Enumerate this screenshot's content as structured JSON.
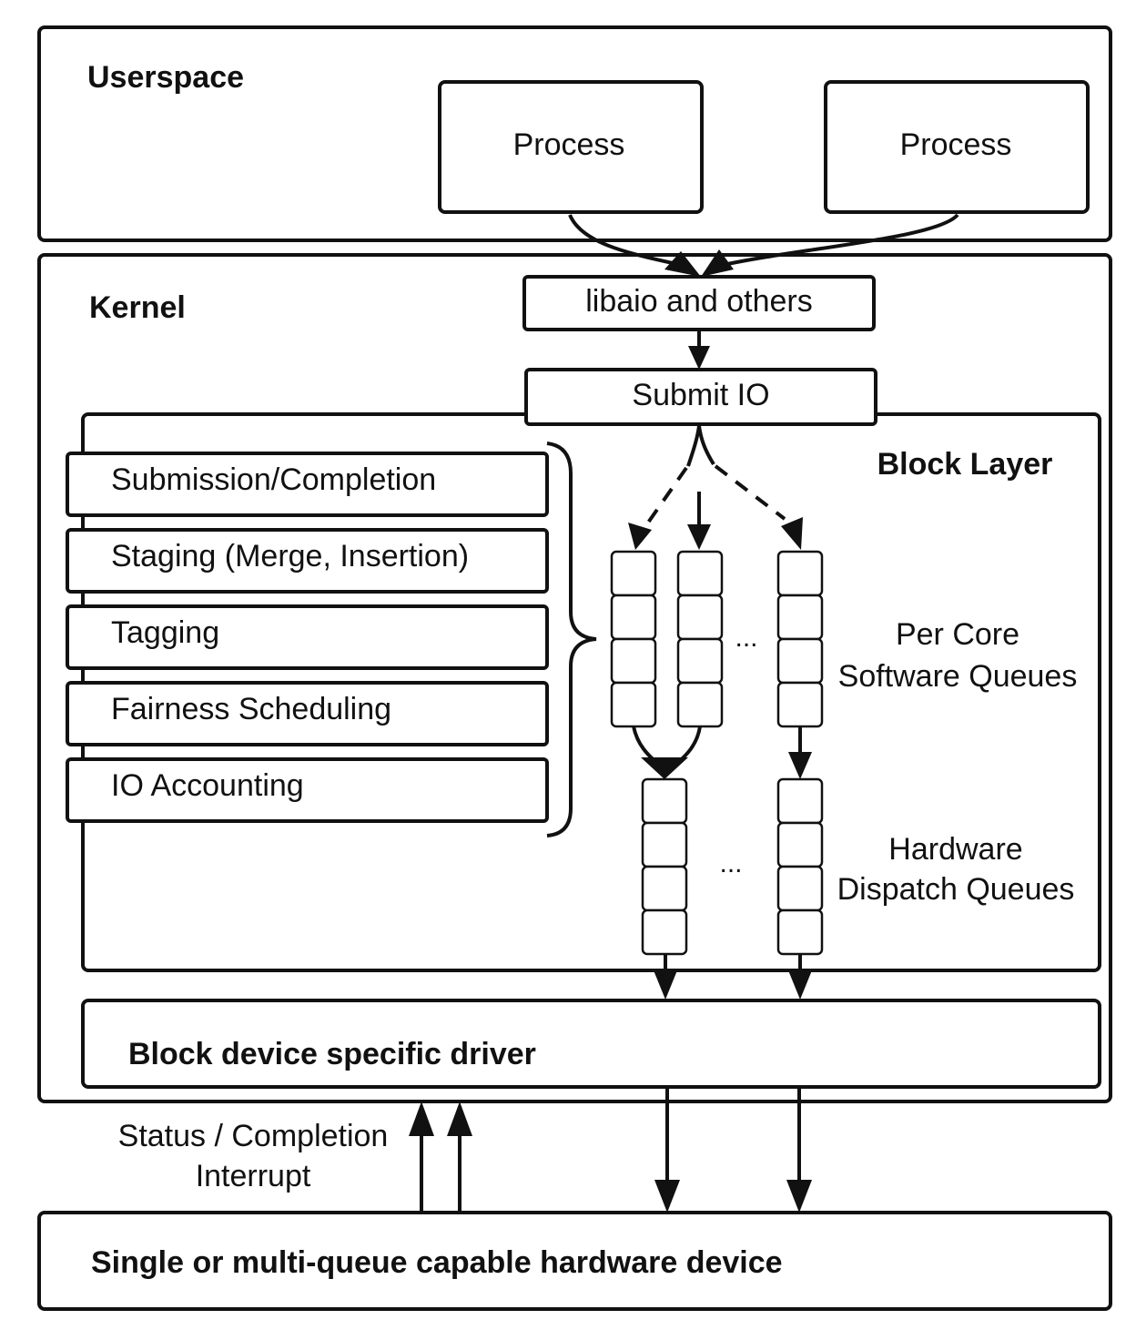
{
  "userspace": {
    "label": "Userspace",
    "process_left": "Process",
    "process_right": "Process"
  },
  "kernel": {
    "label": "Kernel",
    "libaio": "libaio and others",
    "submit_io": "Submit IO"
  },
  "block_layer": {
    "label": "Block Layer",
    "functions": [
      "Submission/Completion",
      "Staging (Merge, Insertion)",
      "Tagging",
      "Fairness Scheduling",
      "IO Accounting"
    ],
    "software_queues_label": [
      "Per Core",
      "Software Queues"
    ],
    "hardware_queues_label": [
      "Hardware",
      "Dispatch Queues"
    ],
    "ellipsis": "..."
  },
  "driver": {
    "label": "Block device specific driver"
  },
  "status": {
    "line1": "Status / Completion",
    "line2": "Interrupt"
  },
  "hardware": {
    "label": "Single or multi-queue capable hardware device"
  }
}
